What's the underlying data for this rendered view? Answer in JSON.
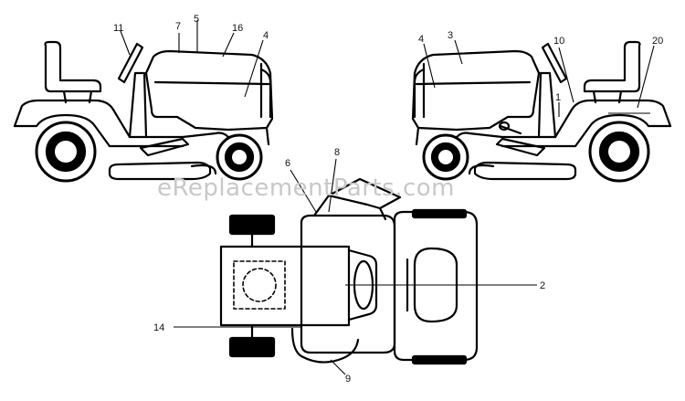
{
  "watermark": "eReplacementParts.com",
  "callouts": {
    "c11": "11",
    "c7": "7",
    "c5": "5",
    "c16": "16",
    "c4a": "4",
    "c4b": "4",
    "c3": "3",
    "c10": "10",
    "c20": "20",
    "c1": "1",
    "c6": "6",
    "c8": "8",
    "c2": "2",
    "c14": "14",
    "c9": "9"
  }
}
